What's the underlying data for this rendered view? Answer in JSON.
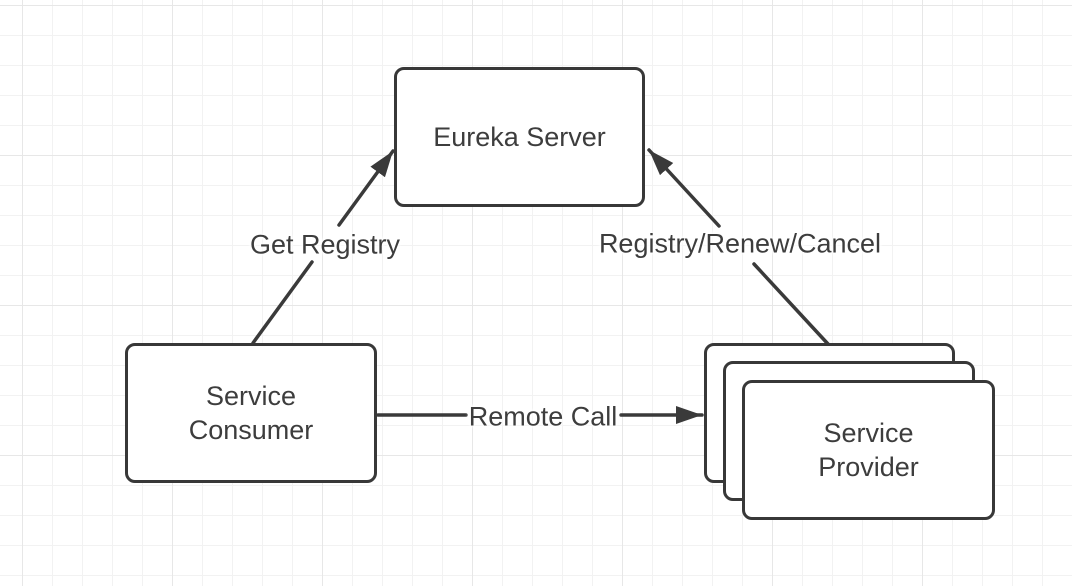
{
  "diagram": {
    "colors": {
      "stroke": "#3a3a3a",
      "border": "#383838",
      "text": "#3d3d3d",
      "background": "#ffffff",
      "grid_line_minor": "#f2f2f2",
      "grid_line_major": "#e7e7e7"
    },
    "nodes": {
      "eureka_server": {
        "label": "Eureka Server"
      },
      "service_consumer": {
        "label": "Service\nConsumer"
      },
      "service_provider": {
        "label": "Service\nProvider",
        "stacked_copies": 3
      }
    },
    "edges": {
      "get_registry": {
        "label": "Get Registry",
        "from": "service_consumer",
        "to": "eureka_server"
      },
      "registry_renew_cancel": {
        "label": "Registry/Renew/Cancel",
        "from": "service_provider",
        "to": "eureka_server"
      },
      "remote_call": {
        "label": "Remote Call",
        "from": "service_consumer",
        "to": "service_provider"
      }
    }
  }
}
